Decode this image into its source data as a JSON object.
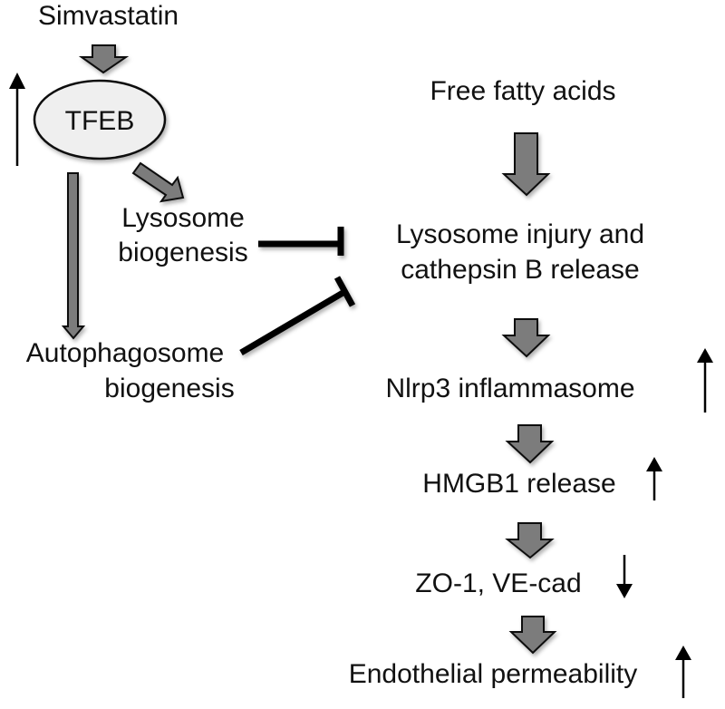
{
  "diagram": {
    "nodes": {
      "simvastatin": "Simvastatin",
      "tfeb": "TFEB",
      "lysosome_biogenesis": [
        "Lysosome",
        "biogenesis"
      ],
      "autophagosome_biogenesis": [
        "Autophagosome",
        "biogenesis"
      ],
      "free_fatty_acids": "Free fatty acids",
      "lysosome_injury": [
        "Lysosome injury and",
        "cathepsin B release"
      ],
      "nlrp3": "Nlrp3 inflammasome",
      "hmgb1": "HMGB1 release",
      "zo1": "ZO-1, VE-cad",
      "permeability": "Endothelial permeability"
    },
    "edges": [
      {
        "from": "simvastatin",
        "to": "tfeb",
        "type": "activates"
      },
      {
        "from": "tfeb",
        "to": "lysosome_biogenesis",
        "type": "activates"
      },
      {
        "from": "tfeb",
        "to": "autophagosome_biogenesis",
        "type": "activates"
      },
      {
        "from": "lysosome_biogenesis",
        "to": "lysosome_injury",
        "type": "inhibits"
      },
      {
        "from": "autophagosome_biogenesis",
        "to": "lysosome_injury",
        "type": "inhibits"
      },
      {
        "from": "free_fatty_acids",
        "to": "lysosome_injury",
        "type": "activates"
      },
      {
        "from": "lysosome_injury",
        "to": "nlrp3",
        "type": "activates"
      },
      {
        "from": "nlrp3",
        "to": "hmgb1",
        "type": "activates"
      },
      {
        "from": "hmgb1",
        "to": "zo1",
        "type": "activates"
      },
      {
        "from": "zo1",
        "to": "permeability",
        "type": "activates"
      }
    ],
    "changes": {
      "tfeb": "up",
      "nlrp3": "up",
      "hmgb1": "up",
      "zo1": "down",
      "permeability": "up"
    },
    "colors": {
      "block_arrow_fill": "#7b7b7b",
      "ellipse_fill": "#efefef",
      "text": "#111111"
    }
  }
}
